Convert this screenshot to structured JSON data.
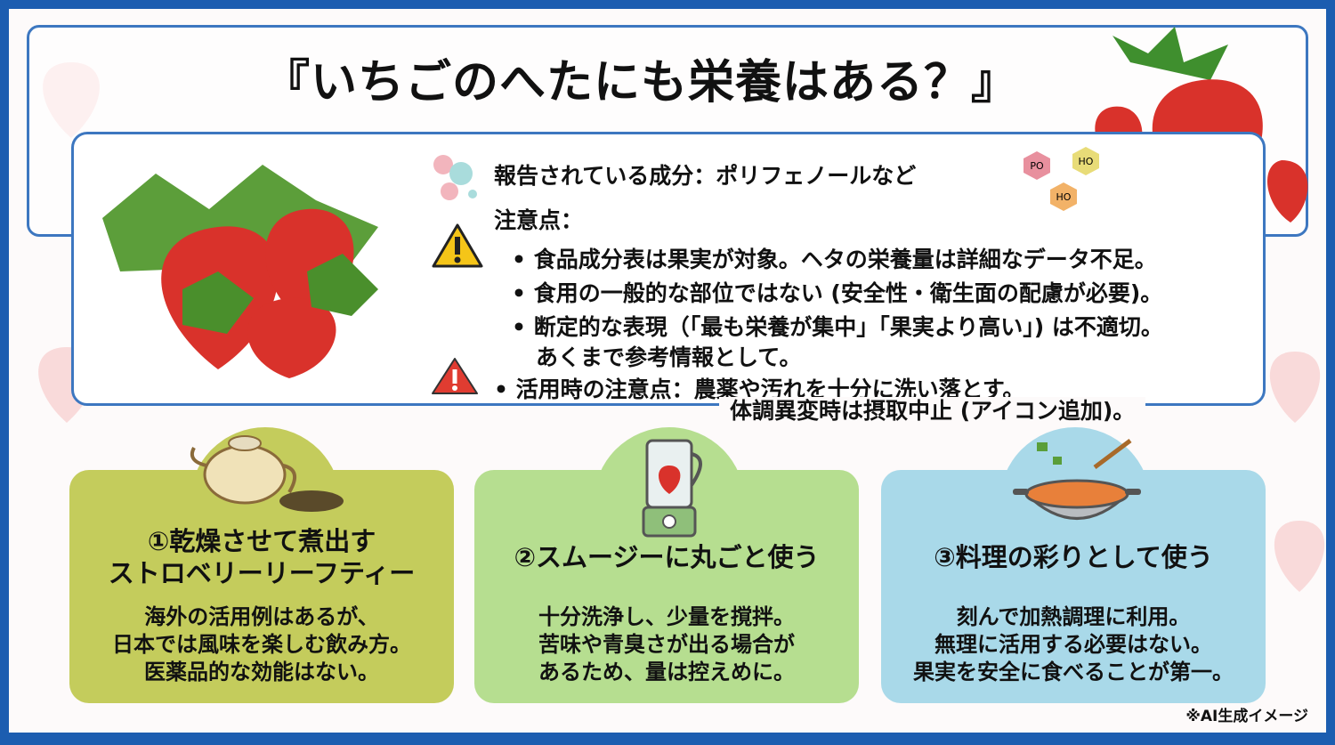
{
  "title": "『いちごのへたにも栄養はある？』",
  "main": {
    "components": "報告されている成分：ポリフェノールなど",
    "molecule_labels": [
      "PO",
      "HO",
      "HO"
    ],
    "caution_heading": "注意点：",
    "caution_items": [
      "食品成分表は果実が対象。ヘタの栄養量は詳細なデータ不足。",
      "食用の一般的な部位ではない (安全性・衛生面の配慮が必要)。",
      "断定的な表現（「最も栄養が集中」「果実より高い」) は不適切。",
      "あくまで参考情報として。"
    ],
    "usage_caution_line1": "• 活用時の注意点：農薬や汚れを十分に洗い落とす。",
    "usage_caution_line2": "体調異変時は摂取中止 (アイコン追加)。"
  },
  "cards": [
    {
      "title1": "①乾燥させて煮出す",
      "title2": "ストロベリーリーフティー",
      "body": [
        "海外の活用例はあるが、",
        "日本では風味を楽しむ飲み方。",
        "医薬品的な効能はない。"
      ],
      "color": "#c4cc5c",
      "icon": "teapot-icon"
    },
    {
      "title1": "②スムージーに丸ごと使う",
      "body": [
        "十分洗浄し、少量を撹拌。",
        "苦味や青臭さが出る場合が",
        "あるため、量は控えめに。"
      ],
      "color": "#b6de90",
      "icon": "blender-icon"
    },
    {
      "title1": "③料理の彩りとして使う",
      "body": [
        "刻んで加熱調理に利用。",
        "無理に活用する必要はない。",
        "果実を安全に食べることが第一。"
      ],
      "color": "#a9d9e9",
      "icon": "cooking-pot-icon"
    }
  ],
  "credit": "※AI生成イメージ",
  "colors": {
    "frame": "#1c5db0",
    "border": "#3d77c0",
    "warning_yellow": "#f5c518",
    "warning_red": "#e03c31",
    "strawberry": "#d9322b"
  }
}
